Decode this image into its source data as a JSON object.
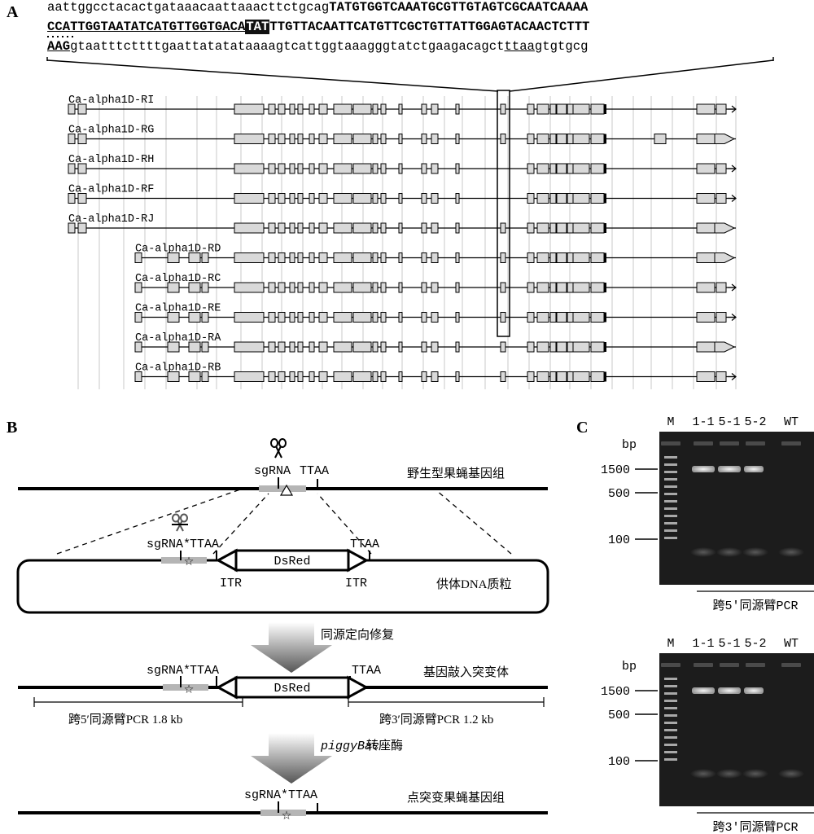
{
  "panels": {
    "a": "A",
    "b": "B",
    "c": "C"
  },
  "panel_a": {
    "seq_line1_lower": "aattggcctacactgataaacaattaaacttctgcag",
    "seq_line1_upper": "TATGTGGTCAAATGCGTTGTAGTCGCAATCAAAA",
    "seq_line2_u": "CCATTGGTAATATCATGTTGGTGACA",
    "seq_line2_box": "TAT",
    "seq_line2_rest": "TTGTTACAATTCATGTTCGCTGTTATTGGAGTACAACTCTTT",
    "seq_line3_upper": "AAG",
    "seq_line3_lower1": "gtaatttcttttgaattatatataaaagtcattggtaaagggtatctgaagacagct",
    "seq_line3_u": "ttaa",
    "seq_line3_lower2": "gtgtgcg",
    "isoforms": [
      "Ca-alpha1D-RI",
      "Ca-alpha1D-RG",
      "Ca-alpha1D-RH",
      "Ca-alpha1D-RF",
      "Ca-alpha1D-RJ",
      "Ca-alpha1D-RD",
      "Ca-alpha1D-RC",
      "Ca-alpha1D-RE",
      "Ca-alpha1D-RA",
      "Ca-alpha1D-RB"
    ]
  },
  "panel_b": {
    "row1_sg": "sgRNA",
    "row1_ttaa": "TTAA",
    "row1_label": "野生型果蝇基因组",
    "row2_sg": "sgRNA*",
    "row2_ttaa_left": "TTAA",
    "row2_ttaa_right": "TTAA",
    "row2_dsred": "DsRed",
    "row2_itr_left": "ITR",
    "row2_itr_right": "ITR",
    "row2_label": "供体DNA质粒",
    "arrow1_label": "同源定向修复",
    "row3_sg": "sgRNA*",
    "row3_ttaa_left": "TTAA",
    "row3_ttaa_right": "TTAA",
    "row3_dsred": "DsRed",
    "row3_label": "基因敲入突变体",
    "pcr5_label": "跨5′同源臂PCR 1.8 kb",
    "pcr3_label": "跨3′同源臂PCR 1.2 kb",
    "arrow2_italic": "piggyBac",
    "arrow2_rest": "转座酶",
    "row4_sg": "sgRNA*",
    "row4_ttaa": "TTAA",
    "row4_label": "点突变果蝇基因组"
  },
  "panel_c": {
    "lanes": [
      "M",
      "1-1",
      "5-1",
      "5-2",
      "WT"
    ],
    "bp_unit": "bp",
    "markers": [
      "1500",
      "500",
      "100"
    ],
    "gel1_caption": "跨5′同源臂PCR",
    "gel2_caption": "跨3′同源臂PCR"
  },
  "colors": {
    "exon_fill": "#d9d9d9",
    "gel_bg": "#1c1c1c",
    "homology_arm": "#b5b5b5"
  }
}
